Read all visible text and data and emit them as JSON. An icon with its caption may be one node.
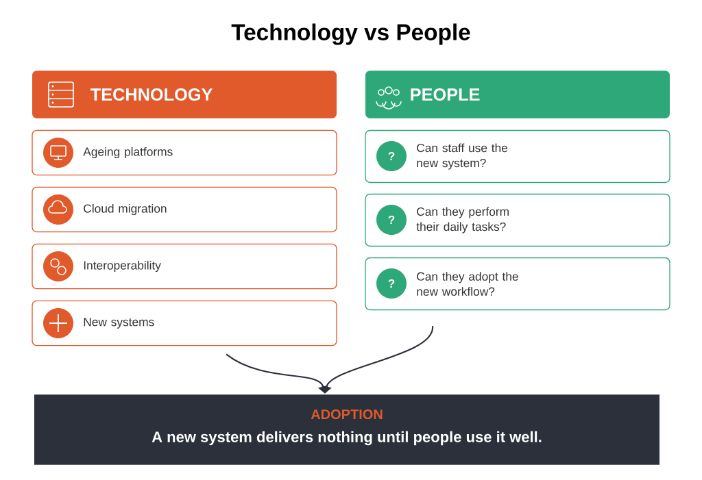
{
  "diagram": {
    "title": "Technology vs People",
    "nodes": [
      {
        "text": [
          "TECHNOLOGY"
        ]
      },
      {
        "text": [
          "Ageing platforms"
        ]
      },
      {
        "text": [
          "Cloud migration"
        ]
      },
      {
        "text": [
          "Interoperability"
        ]
      },
      {
        "text": [
          "New systems"
        ]
      },
      {
        "text": [
          "PEOPLE"
        ]
      },
      {
        "text": [
          "Can staff use the new system?"
        ]
      },
      {
        "text": [
          "Can they perform their daily tasks?"
        ]
      },
      {
        "text": [
          "Can they adopt the new workflow?"
        ]
      },
      {
        "text": [
          "ADOPTION",
          "A new system delivers nothing until people use it well."
        ]
      }
    ],
    "edges": [
      {
        "from": 4,
        "to": 9,
        "arrow": "to"
      },
      {
        "from": 8,
        "to": 9,
        "arrow": "to"
      }
    ],
    "labels": [
      "?",
      "?",
      "?"
    ]
  }
}
